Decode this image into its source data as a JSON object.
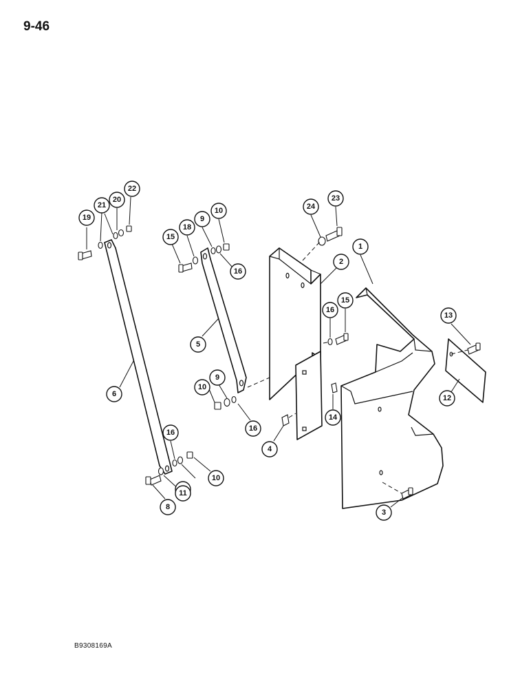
{
  "page": {
    "number": "9-46",
    "figure_code": "B9308169A"
  },
  "callouts": [
    "1",
    "2",
    "3",
    "4",
    "5",
    "6",
    "8",
    "9",
    "10",
    "11",
    "12",
    "13",
    "14",
    "15",
    "16",
    "18",
    "19",
    "20",
    "21",
    "22",
    "23",
    "24"
  ]
}
